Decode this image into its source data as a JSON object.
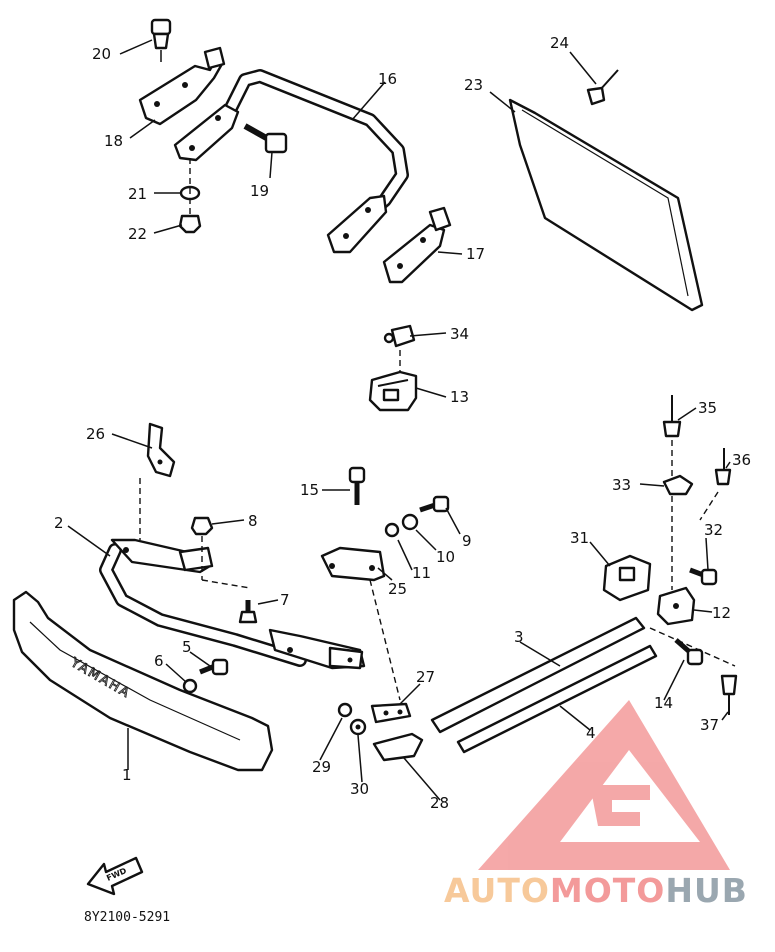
{
  "diagram": {
    "code": "8Y2100-5291",
    "emboss_text": "YAMAHA",
    "fwd_label": "FWD",
    "callouts": [
      "1",
      "2",
      "3",
      "4",
      "5",
      "6",
      "7",
      "8",
      "9",
      "10",
      "11",
      "12",
      "13",
      "14",
      "15",
      "16",
      "17",
      "18",
      "19",
      "20",
      "21",
      "22",
      "23",
      "24",
      "25",
      "26",
      "27",
      "28",
      "29",
      "30",
      "31",
      "32",
      "33",
      "34",
      "35",
      "36",
      "37"
    ]
  },
  "watermark": {
    "part1": "AUTO",
    "part2": "MOTO",
    "part3": "HUB",
    "colors": {
      "auto": "#f7c99a",
      "moto": "#f39a9a",
      "hub": "#9aa7b0",
      "logo": "#f39a9a"
    }
  }
}
